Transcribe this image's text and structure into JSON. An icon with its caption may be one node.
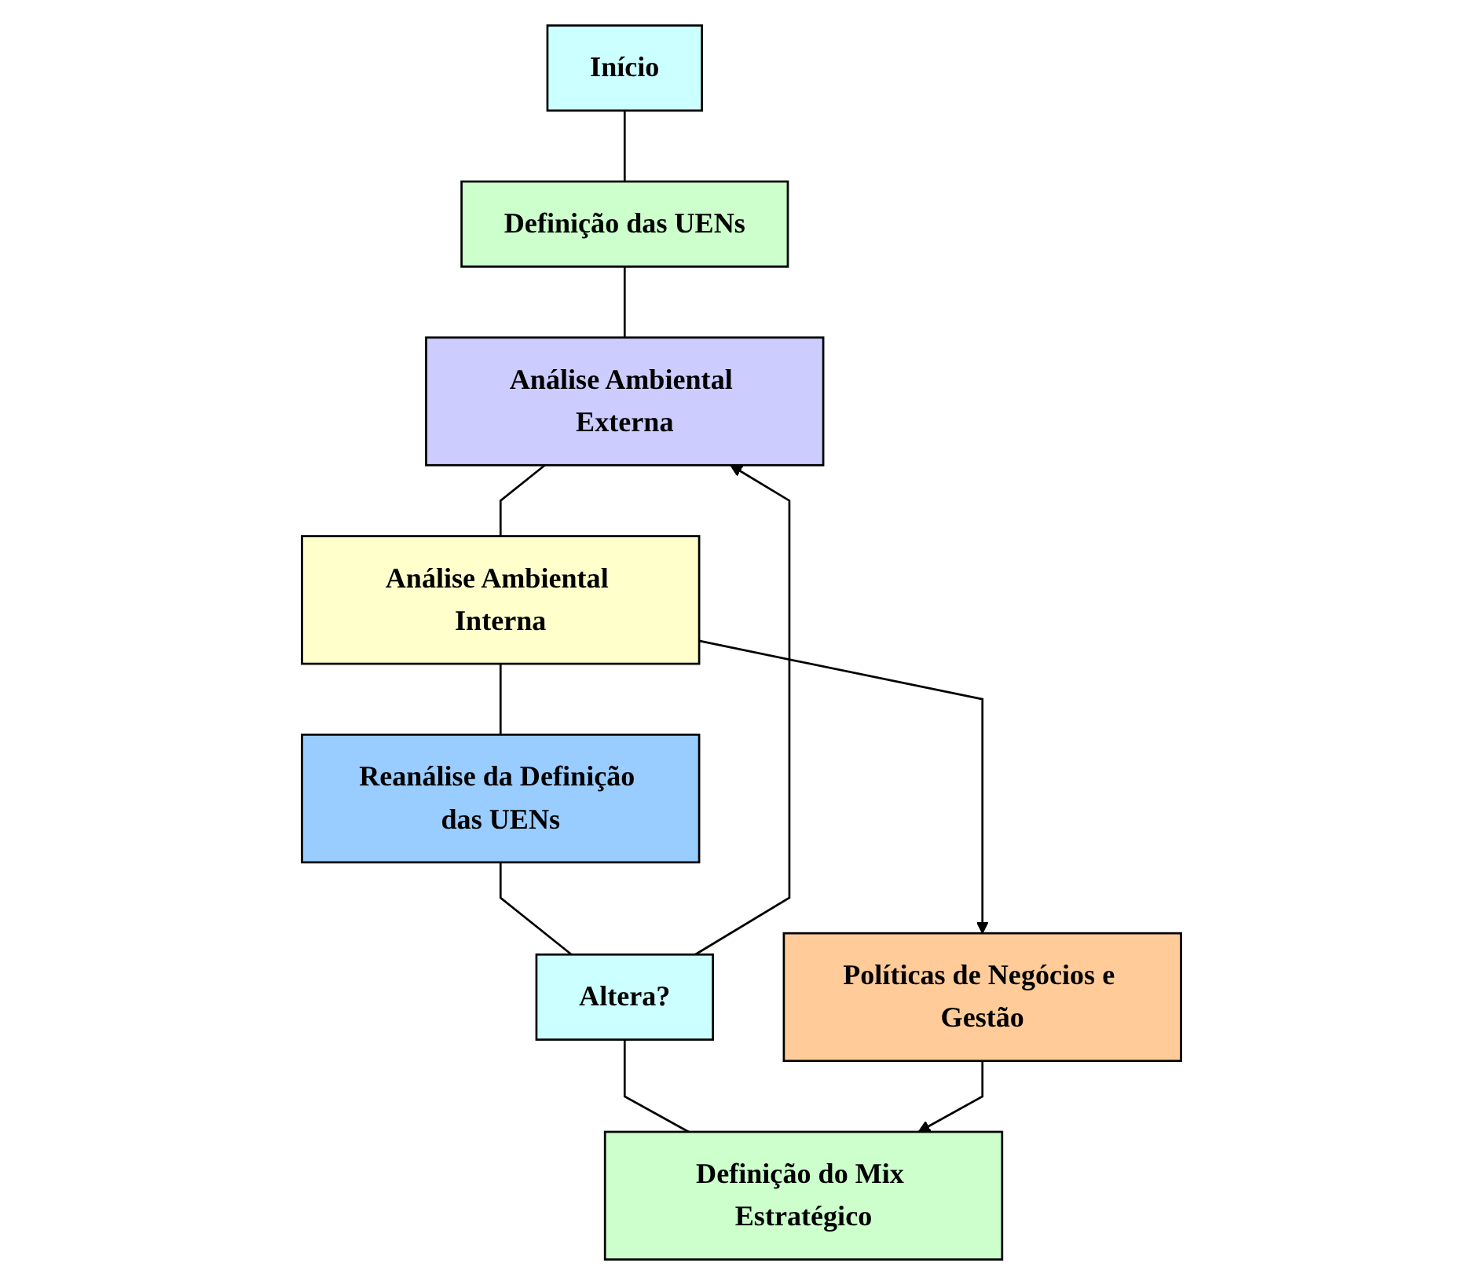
{
  "diagram": {
    "nodes": [
      {
        "text": [
          "Início"
        ]
      },
      {
        "text": [
          "Definição das UENs"
        ]
      },
      {
        "text": [
          "Análise Ambiental Externa"
        ]
      },
      {
        "text": [
          "Análise Ambiental Interna"
        ]
      },
      {
        "text": [
          "Reanálise da Definição das UENs"
        ]
      },
      {
        "text": [
          "Políticas de Negócios e Gestão"
        ]
      },
      {
        "text": [
          "Altera?"
        ]
      },
      {
        "text": [
          "Definição do Mix Estratégico"
        ]
      }
    ],
    "edges": [
      {
        "from": 0,
        "to": 1,
        "arrow": "none"
      },
      {
        "from": 1,
        "to": 2,
        "arrow": "none"
      },
      {
        "from": 2,
        "to": 3,
        "arrow": "none"
      },
      {
        "from": 3,
        "to": 4,
        "arrow": "none"
      },
      {
        "from": 3,
        "to": 5,
        "arrow": "to"
      },
      {
        "from": 4,
        "to": 6,
        "arrow": "none"
      },
      {
        "from": 6,
        "to": 2,
        "arrow": "to"
      },
      {
        "from": 6,
        "to": 7,
        "arrow": "none"
      },
      {
        "from": 5,
        "to": 7,
        "arrow": "to"
      }
    ]
  }
}
